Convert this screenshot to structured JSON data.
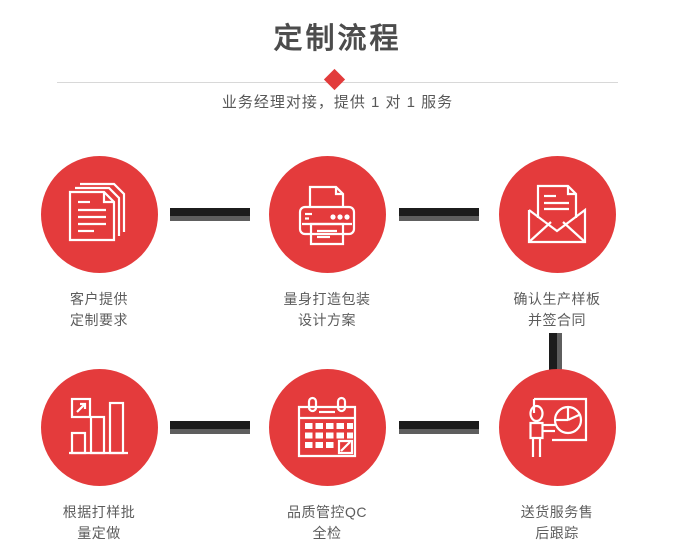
{
  "header": {
    "title": "定制流程",
    "subtitle": "业务经理对接，提供 1 对 1 服务",
    "divider_icon": "diamond",
    "title_color": "#4c4c4c",
    "accent_color": "#e43b3c"
  },
  "flow": {
    "steps": [
      {
        "index": "1",
        "icon": "documents-icon",
        "label": "客户提供\n定制要求"
      },
      {
        "index": "2",
        "icon": "printer-icon",
        "label": "量身打造包装\n设计方案"
      },
      {
        "index": "3",
        "icon": "envelope-document-icon",
        "label": "确认生产样板\n并签合同"
      },
      {
        "index": "4",
        "icon": "bar-chart-growth-icon",
        "label": "根据打样批\n量定做"
      },
      {
        "index": "5",
        "icon": "calendar-icon",
        "label": "品质管控QC\n全检"
      },
      {
        "index": "6",
        "icon": "presentation-person-icon",
        "label": "送货服务售\n后跟踪"
      }
    ],
    "connectors": {
      "horizontal_count": "4",
      "vertical_count": "1",
      "bar_color": "#1c1c1c",
      "shadow_color": "#5e5e5e"
    }
  }
}
